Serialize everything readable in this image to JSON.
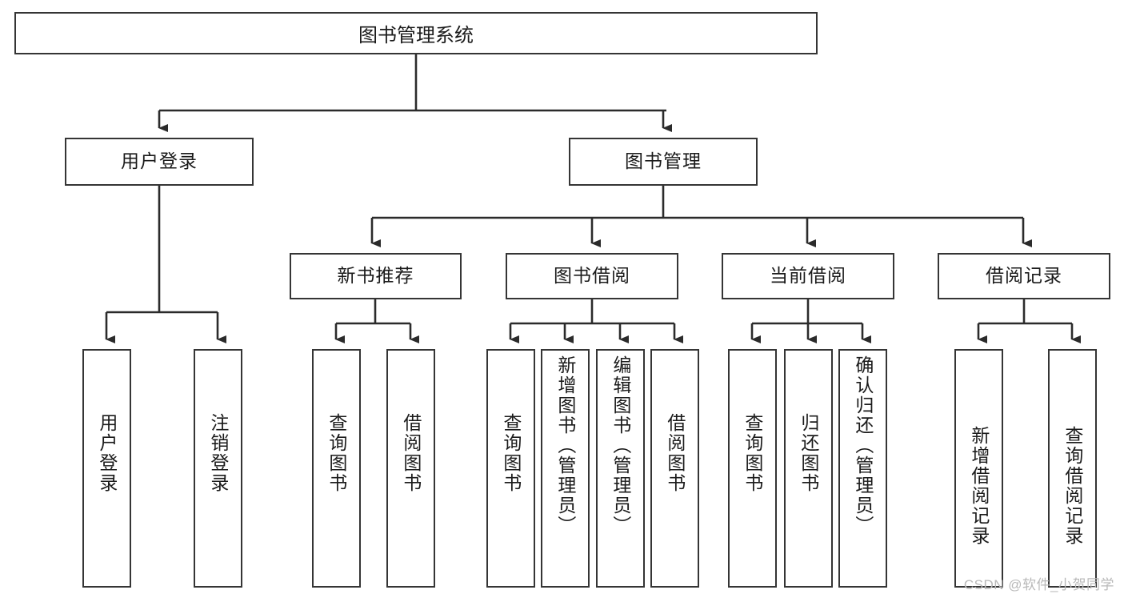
{
  "diagram": {
    "title": "图书管理系统",
    "type": "tree-hierarchy-diagram",
    "colors": {
      "box_border": "#353535",
      "box_fill": "#ffffff",
      "text": "#1b1b1b",
      "connector": "#2b2b2b",
      "watermark": "#b9b9b9",
      "background": "#ffffff"
    },
    "root": {
      "label": "图书管理系统"
    },
    "level2": [
      {
        "label": "用户登录"
      },
      {
        "label": "图书管理"
      }
    ],
    "level3": [
      {
        "label": "新书推荐"
      },
      {
        "label": "图书借阅"
      },
      {
        "label": "当前借阅"
      },
      {
        "label": "借阅记录"
      }
    ],
    "leaves": {
      "user_login": [
        {
          "label": "用户登录"
        },
        {
          "label": "注销登录"
        }
      ],
      "new_book_recommend": [
        {
          "label": "查询图书"
        },
        {
          "label": "借阅图书"
        }
      ],
      "book_borrow": [
        {
          "label": "查询图书"
        },
        {
          "label": "新增图书（管理员）"
        },
        {
          "label": "编辑图书（管理员）"
        },
        {
          "label": "借阅图书"
        }
      ],
      "current_borrow": [
        {
          "label": "查询图书"
        },
        {
          "label": "归还图书"
        },
        {
          "label": "确认归还（管理员）"
        }
      ],
      "borrow_record": [
        {
          "label": "新增借阅记录"
        },
        {
          "label": "查询借阅记录"
        }
      ]
    }
  },
  "watermark": {
    "text": "CSDN @软件_小贺同学"
  }
}
